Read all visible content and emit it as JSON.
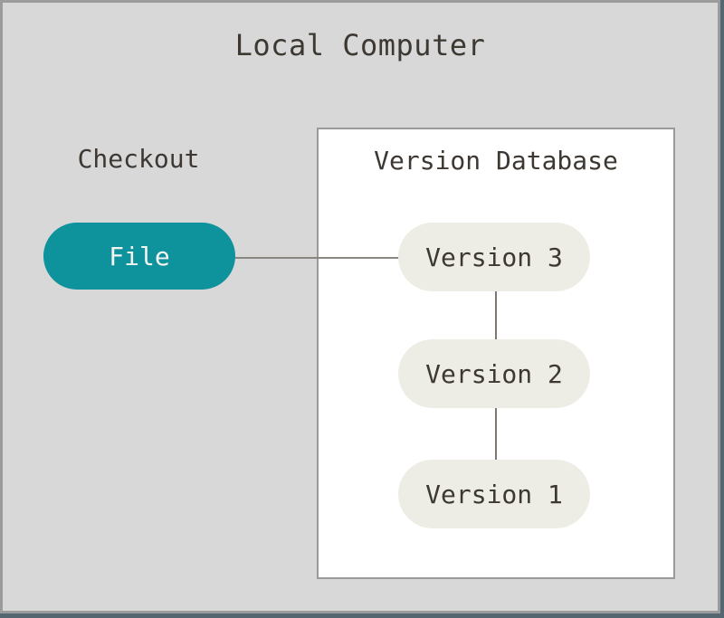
{
  "diagram": {
    "title": "Local Computer",
    "checkout": {
      "label": "Checkout",
      "file_node": "File"
    },
    "version_database": {
      "title": "Version Database",
      "versions": [
        "Version 3",
        "Version 2",
        "Version 1"
      ]
    },
    "colors": {
      "background": "#d8d8d8",
      "frame": "#546770",
      "outer_border": "#9b9b9b",
      "box_border": "#9a9a9a",
      "teal_node": "#0e929c",
      "version_node": "#eeede5",
      "connector_line": "#8a8681",
      "text": "#3e3832",
      "file_text": "#f4f4f1"
    }
  }
}
